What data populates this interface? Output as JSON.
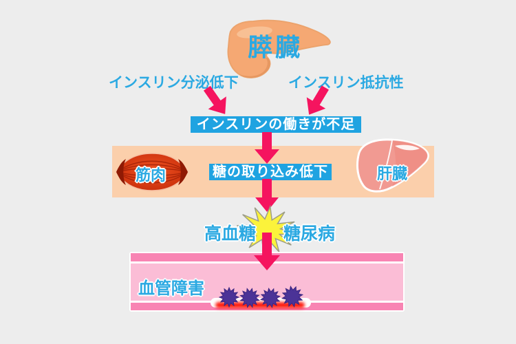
{
  "diagram": {
    "pancreas_label": "膵臓",
    "cause_left_label": "インスリン分泌低下",
    "cause_right_label": "インスリン抵抗性",
    "insufficiency_label": "インスリンの働きが不足",
    "muscle_label": "筋肉",
    "uptake_label": "糖の取り込み低下",
    "liver_label": "肝臓",
    "hyperglycemia_label": "高血糖",
    "diabetes_label": "糖尿病",
    "vessel_damage_label": "血管障害",
    "colors": {
      "background": "#EDEDED",
      "accent_blue": "#2BA9E2",
      "box_blue": "#1FA3E1",
      "arrow_pink": "#F5145F",
      "band_peach": "#FBCFAB",
      "pancreas_orange": "#F5A873",
      "muscle_red": "#D63812",
      "liver_salmon": "#F19A92",
      "starburst_yellow": "#FBF33B",
      "vessel_wall_pink": "#F884B3",
      "vessel_lumen_pink": "#FBBDD6",
      "plaque_purple": "#4B3397"
    }
  }
}
